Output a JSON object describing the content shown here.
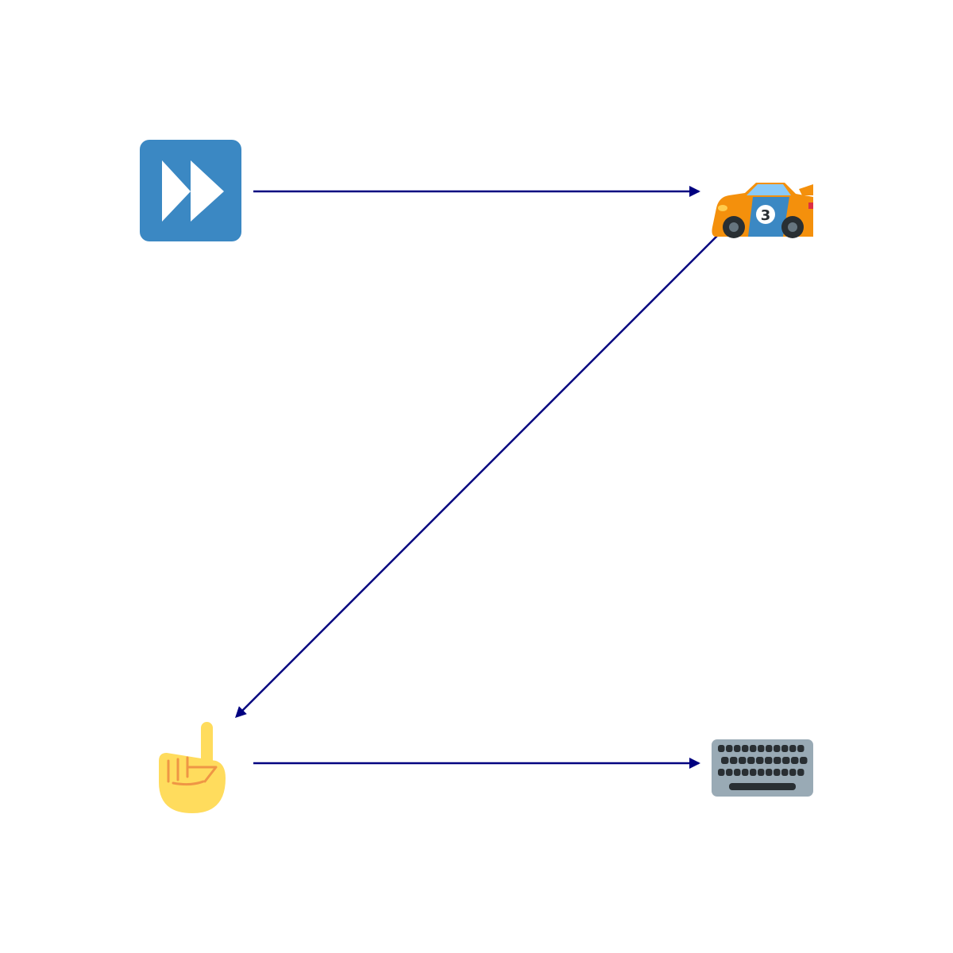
{
  "diagram": {
    "nodes": [
      {
        "id": "fast-forward",
        "icon": "fast-forward-button-icon"
      },
      {
        "id": "race-car",
        "icon": "racing-car-icon",
        "label": "3"
      },
      {
        "id": "pointing-finger",
        "icon": "index-pointing-up-icon"
      },
      {
        "id": "keyboard",
        "icon": "keyboard-icon"
      }
    ],
    "edges": [
      {
        "from": "fast-forward",
        "to": "race-car"
      },
      {
        "from": "race-car",
        "to": "pointing-finger"
      },
      {
        "from": "pointing-finger",
        "to": "keyboard"
      }
    ]
  },
  "colors": {
    "arrow": "#000080",
    "ff_button": "#3b88c3",
    "car_body": "#f4900c",
    "car_stripe": "#3b88c3",
    "hand": "#ffdc5d",
    "hand_line": "#ef9645",
    "keyboard_body": "#99aab5",
    "keys": "#292f33"
  }
}
